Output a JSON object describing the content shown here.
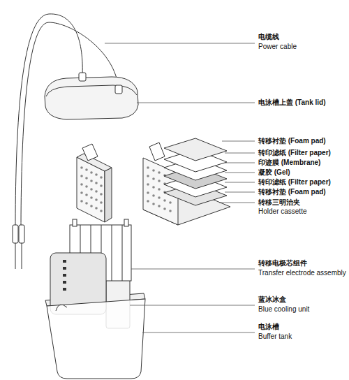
{
  "diagram": {
    "labels": [
      "电缆线",
      "Power cable",
      "电泳槽上盖 (Tank lid)",
      "转移衬垫 (Foam pad)",
      "转印滤纸 (Filter paper)",
      "印迹膜 (Membrane)",
      "凝胶 (Gel)",
      "转印滤纸 (Filter paper)",
      "转移衬垫 (Foam pad)",
      "转移三明治夹",
      "Holder cassette",
      "转移电极芯组件",
      "Transfer electrode assembly",
      "蓝冰冰盒",
      "Blue cooling unit",
      "电泳槽",
      "Buffer tank"
    ]
  }
}
